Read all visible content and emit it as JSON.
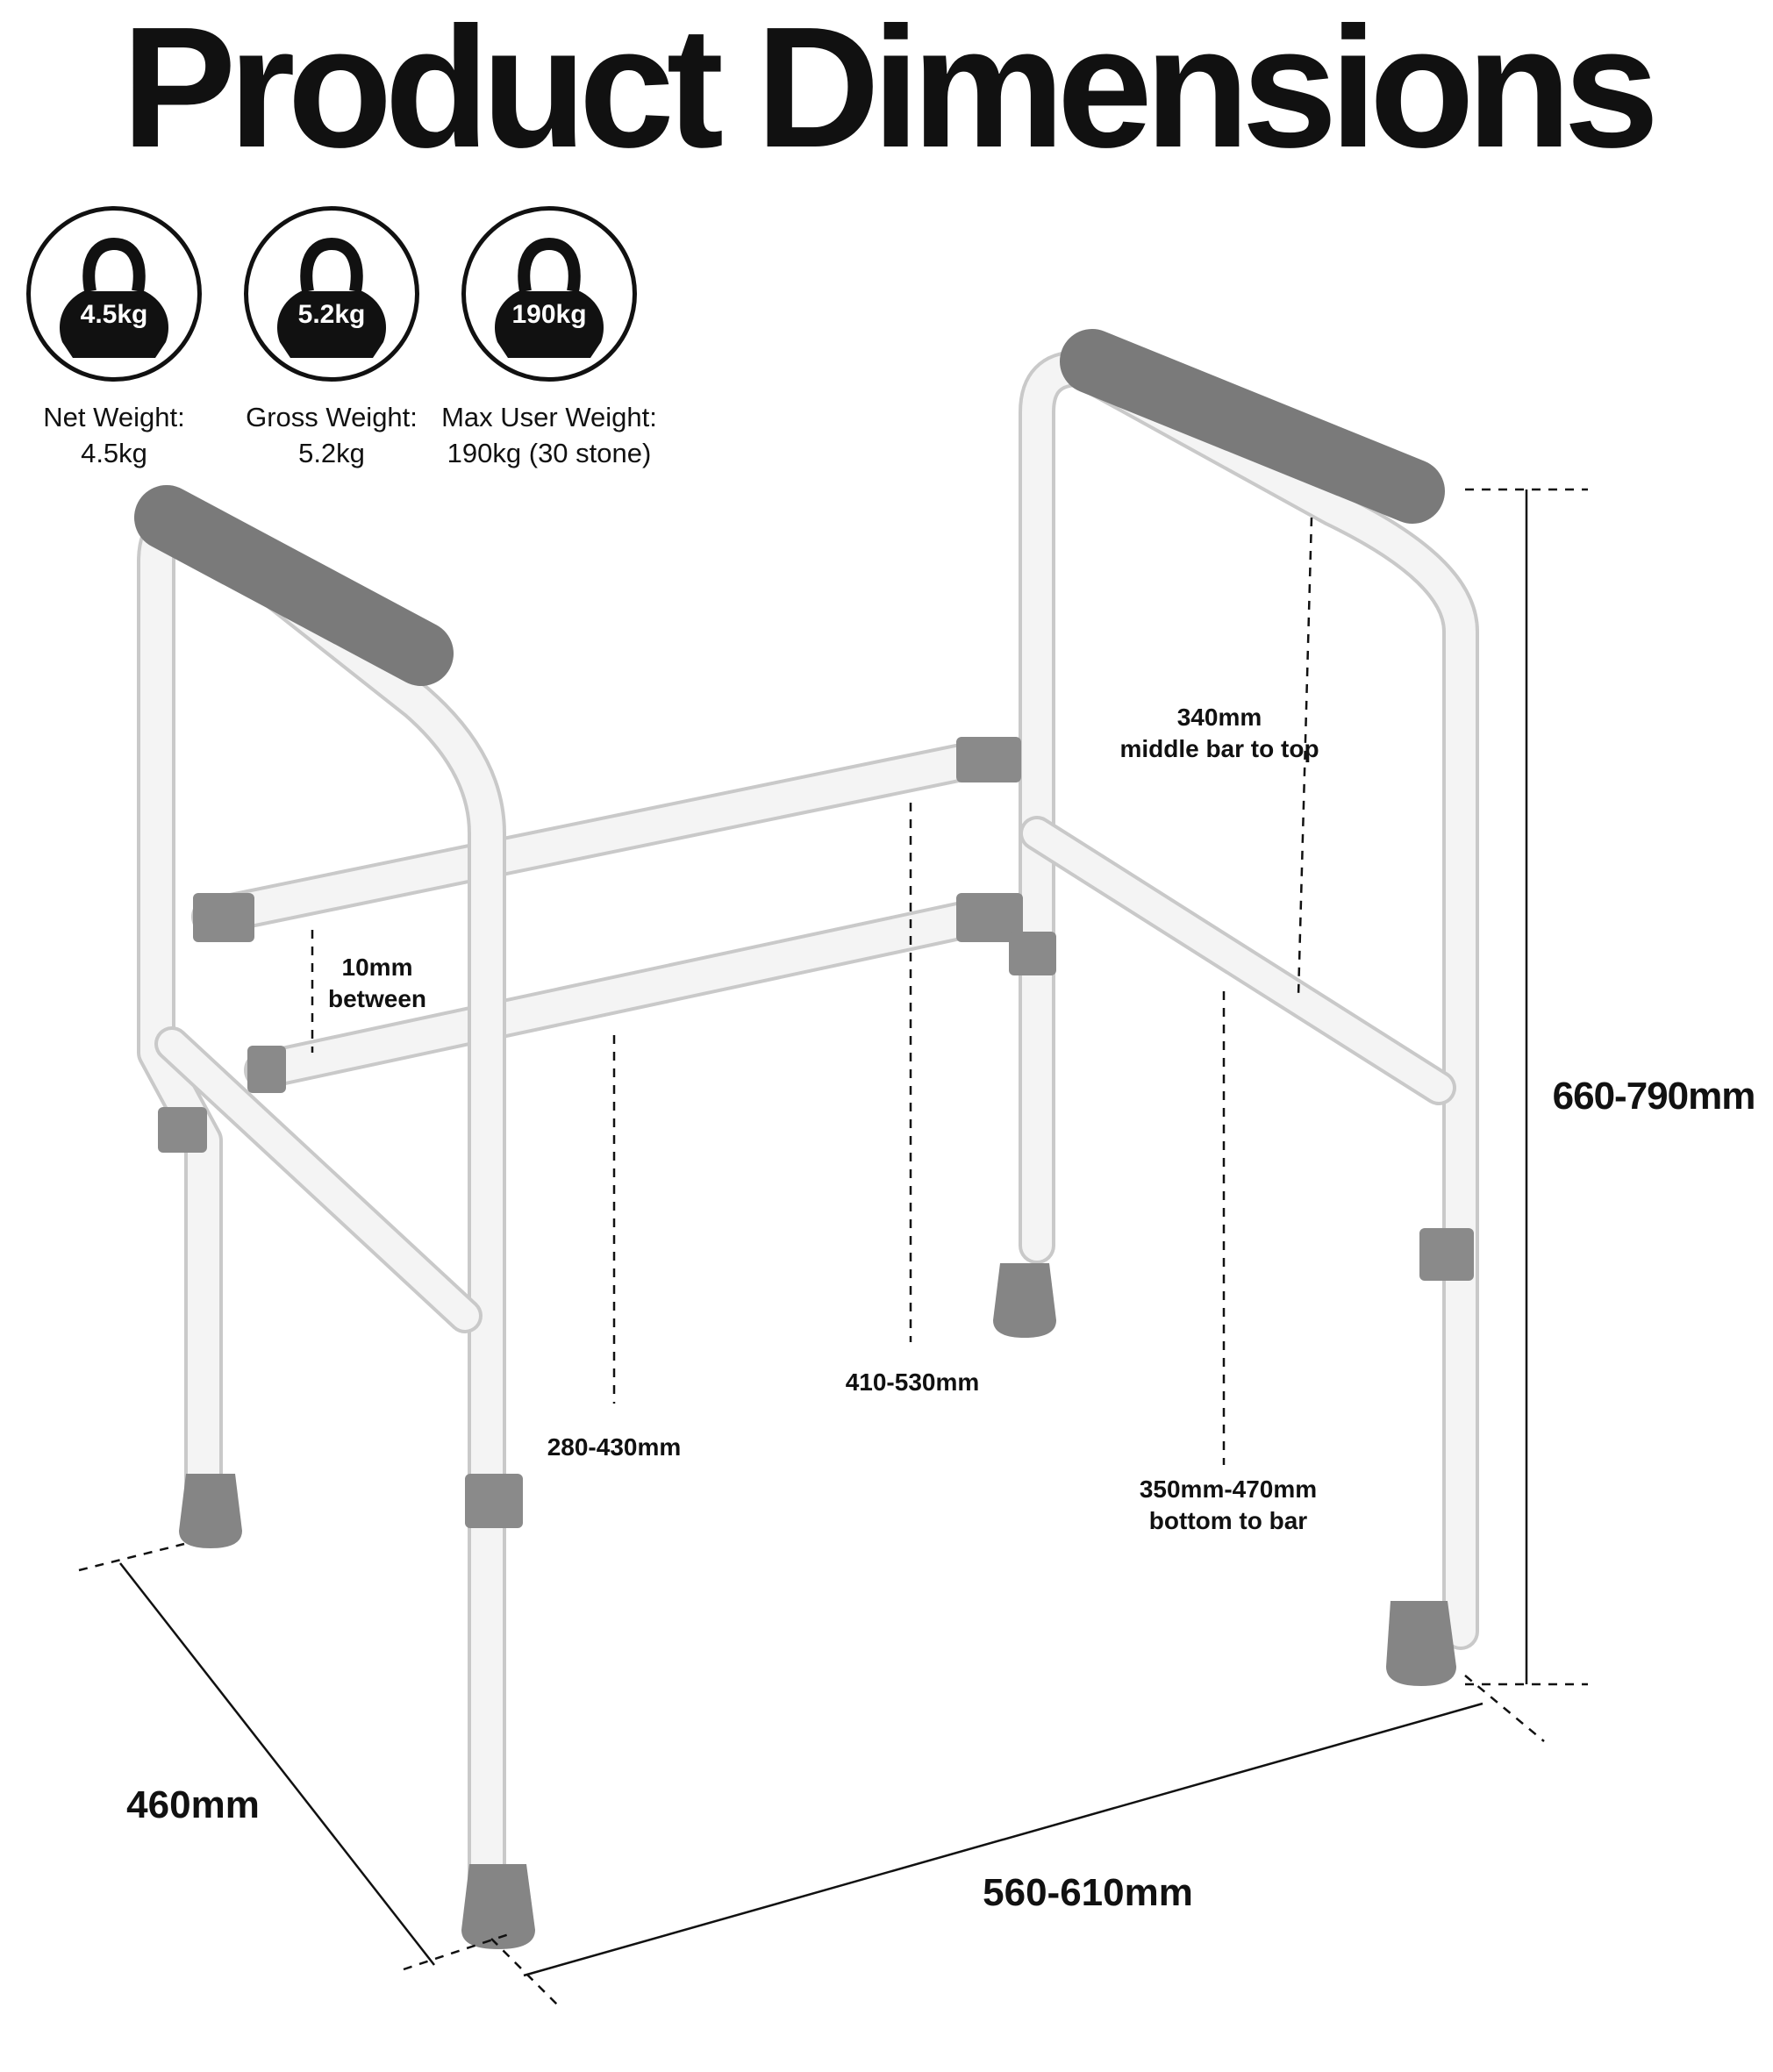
{
  "title": "Product Dimensions",
  "weights": [
    {
      "badge": "4.5kg",
      "label": "Net Weight:",
      "value": "4.5kg"
    },
    {
      "badge": "5.2kg",
      "label": "Gross Weight:",
      "value": "5.2kg"
    },
    {
      "badge": "190kg",
      "label": "Max User Weight:",
      "value": "190kg (30 stone)"
    }
  ],
  "dimensions": {
    "gap_value": "10mm",
    "gap_note": "between",
    "seat_height": "280-430mm",
    "frame_height": "410-530mm",
    "top_value": "340mm",
    "top_note": "middle bar to top",
    "bottom_value": "350mm-470mm",
    "bottom_note": "bottom to bar",
    "overall_height": "660-790mm",
    "depth": "460mm",
    "width": "560-610mm"
  },
  "colors": {
    "frame": "#f4f4f4",
    "frame_outline": "#c9c9c9",
    "padding": "#7a7a7a",
    "feet": "#858585",
    "text": "#111111"
  }
}
